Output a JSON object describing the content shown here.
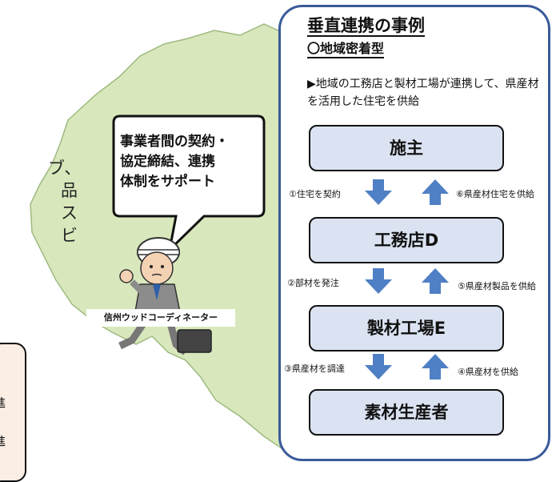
{
  "left_clipped": {
    "line1": "ブ、",
    "line2": "品",
    "line3": "ス",
    "line4": "ビ",
    "box_line1": "進",
    "box_line2": "進"
  },
  "speech_bubble": {
    "lines": [
      "事業者間の契約・",
      "協定締結、連携",
      "体制をサポート"
    ]
  },
  "coordinator_label": "信州ウッドコーディネーター",
  "panel": {
    "title": "垂直連携の事例",
    "subtitle": "〇地域密着型",
    "description": "▶地域の工務店と製材工場が連携して、県産材を活用した住宅を供給"
  },
  "nodes": [
    "施主",
    "工務店D",
    "製材工場E",
    "素材生産者"
  ],
  "steps": {
    "down": [
      "①住宅を契約",
      "②部材を発注",
      "③県産材を調達"
    ],
    "up": [
      "⑥県産材住宅を供給",
      "⑤県産材製品を供給",
      "④県産材を供給"
    ]
  },
  "colors": {
    "map_fill": "#d8e8bc",
    "node_fill": "#dbe3f2",
    "arrow_blue": "#4f7fc4",
    "panel_border": "#3a5a9a",
    "left_box_fill": "#fbeee4"
  }
}
